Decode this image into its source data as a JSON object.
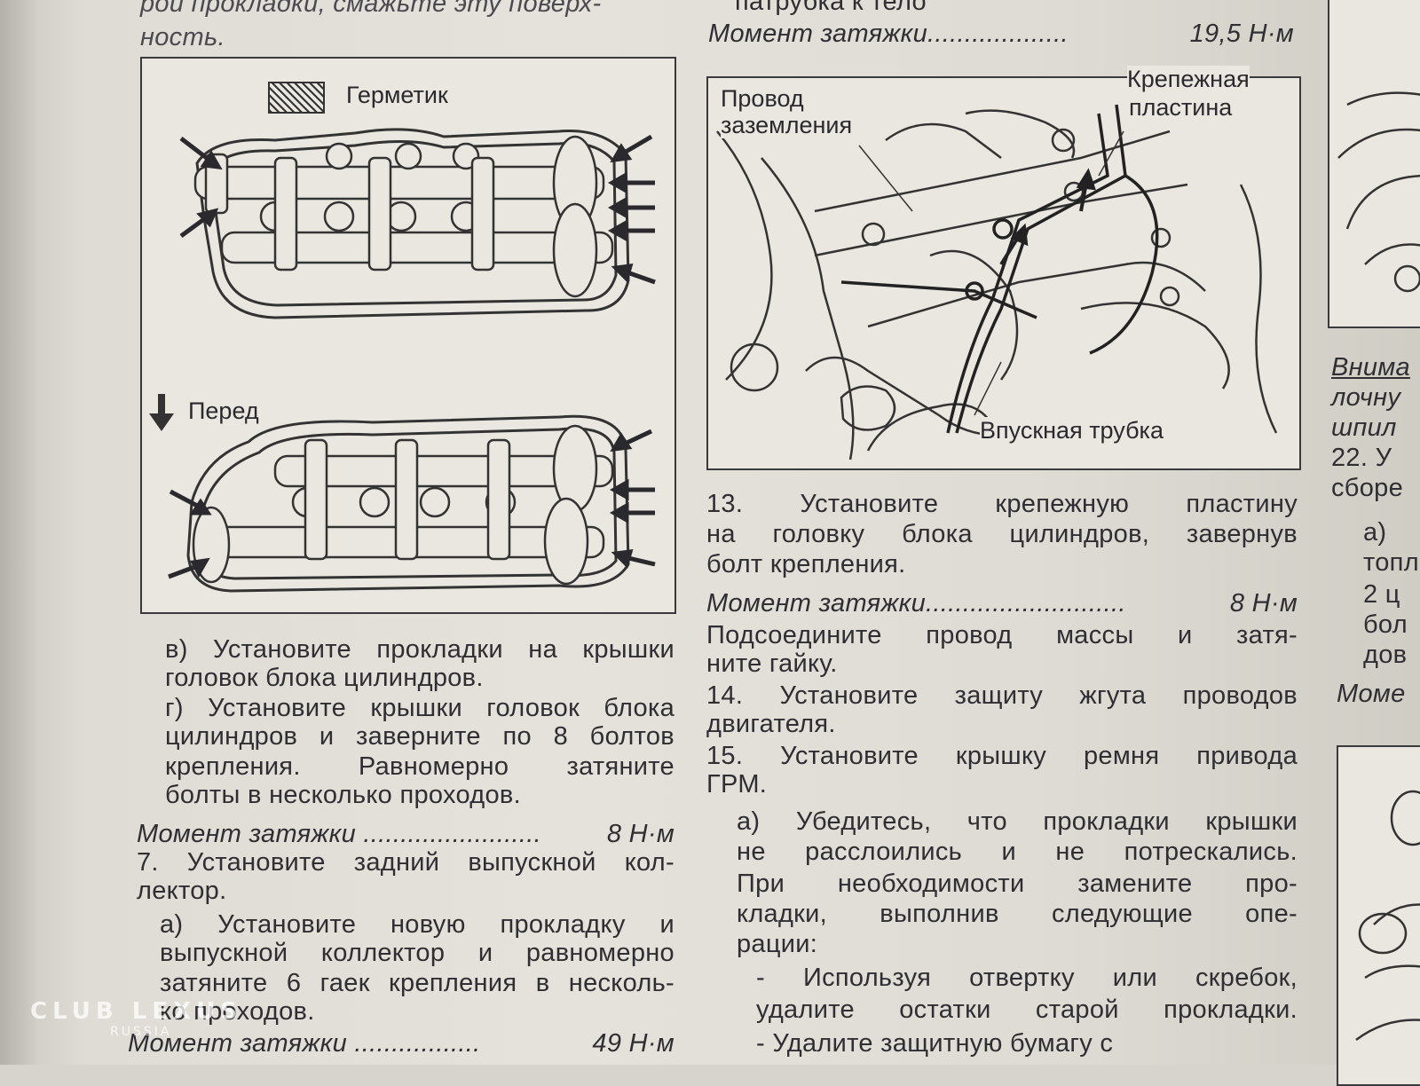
{
  "top_left": {
    "line1": "рой прокладки, смажьте эту поверх-",
    "line2": "ность."
  },
  "top_right": {
    "line1": "патрубка к тело",
    "torque_label": "Момент затяжки",
    "torque_dots": "...................",
    "torque_value": "19,5 Н·м"
  },
  "figure_left": {
    "legend_label": "Герметик",
    "front_label": "Перед"
  },
  "figure_right": {
    "label_ground_1": "Провод",
    "label_ground_2": "заземления",
    "label_plate_1": "Крепежная",
    "label_plate_2": "пластина",
    "label_pipe": "Впускная трубка"
  },
  "left_column": {
    "p_v_1": "в) Установите прокладки на крышки",
    "p_v_2": "головок блока цилиндров.",
    "p_g_1": "г) Установите крышки головок блока",
    "p_g_2": "цилиндров и заверните по 8 болтов",
    "p_g_3": "крепления. Равномерно затяните",
    "p_g_4": "болты в несколько проходов.",
    "torque1_label": "Момент затяжки",
    "torque1_dots": "........................",
    "torque1_value": "8 Н·м",
    "p7_1": "7. Установите задний выпускной кол-",
    "p7_2": "лектор.",
    "p7a_1": "а) Установите новую прокладку и",
    "p7a_2": "выпускной коллектор и равномерно",
    "p7a_3": "затяните 6 гаек крепления в несколь-",
    "p7a_4": "ко проходов.",
    "torque2_label": "Момент затяжки",
    "torque2_dots": ".................",
    "torque2_value": "49 Н·м"
  },
  "right_column": {
    "p13_1": "13. Установите крепежную пластину",
    "p13_2": "на головку блока цилиндров, завернув",
    "p13_3": "болт крепления.",
    "torque3_label": "Момент затяжки",
    "torque3_dots": "...........................",
    "torque3_value": "8 Н·м",
    "p13b_1": "Подсоедините провод массы и затя-",
    "p13b_2": "ните гайку.",
    "p14_1": "14. Установите защиту жгута проводов",
    "p14_2": "двигателя.",
    "p15_1": "15. Установите крышку ремня привода",
    "p15_2": "ГРМ.",
    "p15a_1": "а) Убедитесь, что прокладки крышки",
    "p15a_2": "не расслоились и не потрескались.",
    "p15a_3": "При необходимости замените про-",
    "p15a_4": "кладки, выполнив следующие опе-",
    "p15a_5": "рации:",
    "b1_1": "- Используя отвертку или скребок,",
    "b1_2": "удалите остатки старой прокладки.",
    "b2_1": "- Удалите защитную бумагу с"
  },
  "far_right": {
    "l1": "Внима",
    "l2": "лочну",
    "l3": "шпил",
    "l4": "22. У",
    "l5": "сборе",
    "l6": "а)",
    "l7": "топл",
    "l8": "2 ц",
    "l9": "бол",
    "l10": "дов",
    "l11": "Моме"
  },
  "watermark": {
    "main": "CLUB LEXUS",
    "sub": "RUSSIA"
  }
}
